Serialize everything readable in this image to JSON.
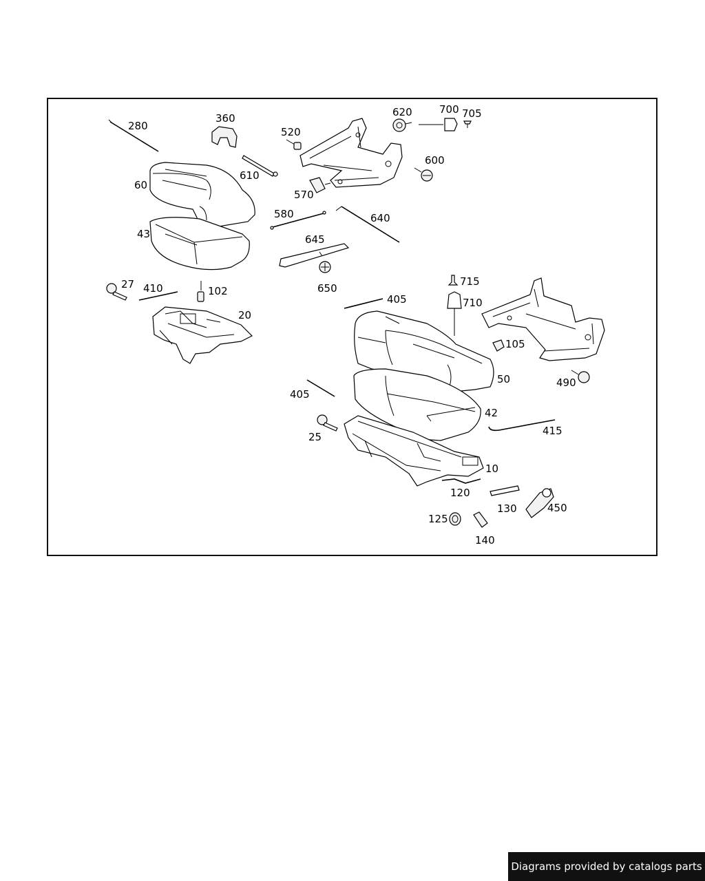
{
  "diagram": {
    "labels": {
      "p280": "280",
      "p360": "360",
      "p520": "520",
      "p620": "620",
      "p700": "700",
      "p705": "705",
      "p600": "600",
      "p610": "610",
      "p60": "60",
      "p570": "570",
      "p580": "580",
      "p640": "640",
      "p43": "43",
      "p645": "645",
      "p650": "650",
      "p27": "27",
      "p410": "410",
      "p102": "102",
      "p20": "20",
      "p715": "715",
      "p710": "710",
      "p405a": "405",
      "p105": "105",
      "p50": "50",
      "p490": "490",
      "p405b": "405",
      "p42": "42",
      "p25": "25",
      "p415": "415",
      "p10": "10",
      "p120": "120",
      "p130": "130",
      "p450": "450",
      "p125": "125",
      "p140": "140"
    }
  },
  "footer": {
    "credit": "Diagrams provided by catalogs parts"
  }
}
